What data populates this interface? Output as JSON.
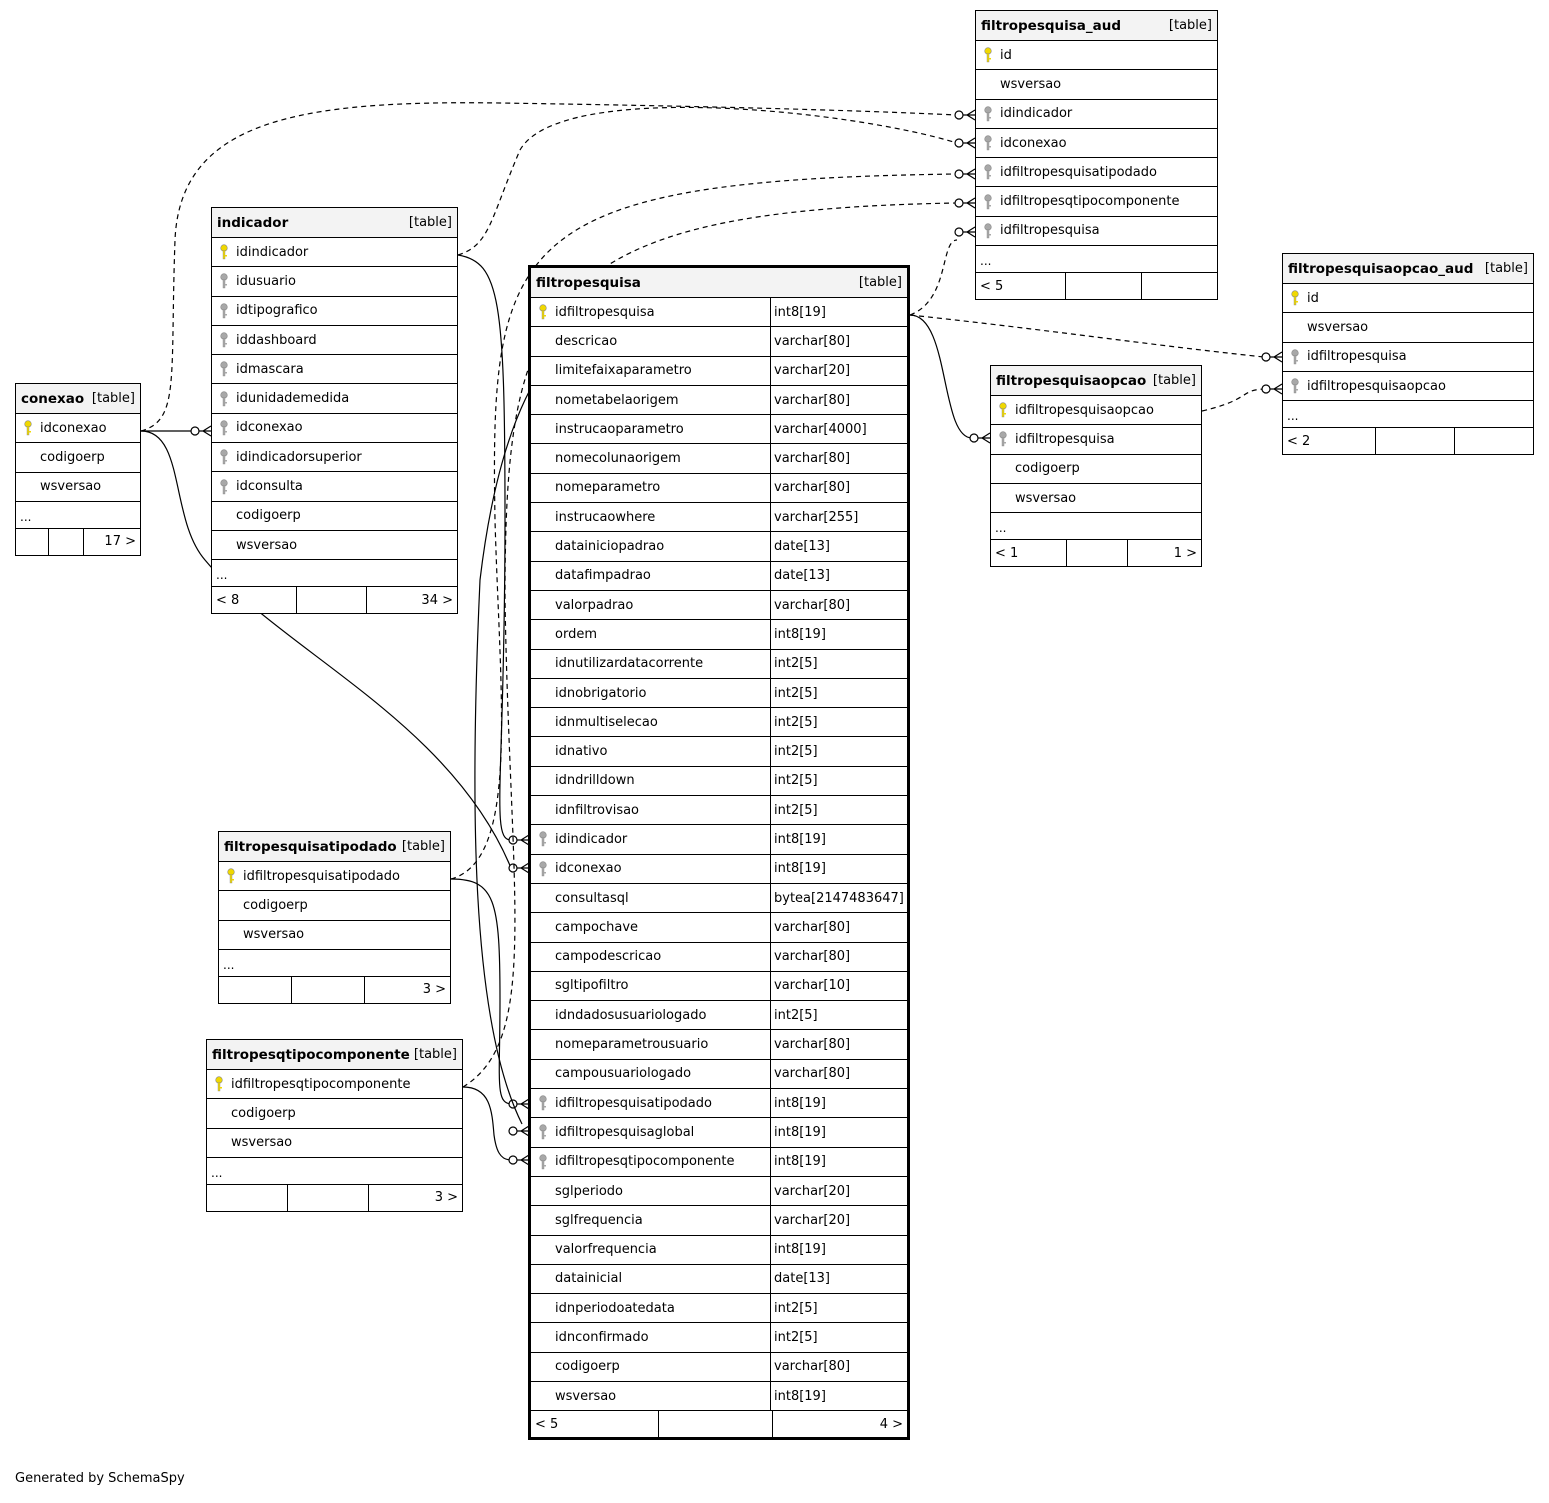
{
  "footer_credit": "Generated by SchemaSpy",
  "tables": {
    "conexao": {
      "name": "conexao",
      "tag": "[table]",
      "columns": [
        {
          "name": "idconexao",
          "key": "primary"
        },
        {
          "name": "codigoerp",
          "key": "none"
        },
        {
          "name": "wsversao",
          "key": "none"
        }
      ],
      "more": "...",
      "footer": {
        "left": "",
        "middle": "",
        "right": "17 >"
      }
    },
    "indicador": {
      "name": "indicador",
      "tag": "[table]",
      "columns": [
        {
          "name": "idindicador",
          "key": "primary"
        },
        {
          "name": "idusuario",
          "key": "foreign"
        },
        {
          "name": "idtipografico",
          "key": "foreign"
        },
        {
          "name": "iddashboard",
          "key": "foreign"
        },
        {
          "name": "idmascara",
          "key": "foreign"
        },
        {
          "name": "idunidademedida",
          "key": "foreign"
        },
        {
          "name": "idconexao",
          "key": "foreign"
        },
        {
          "name": "idindicadorsuperior",
          "key": "foreign"
        },
        {
          "name": "idconsulta",
          "key": "foreign"
        },
        {
          "name": "codigoerp",
          "key": "none"
        },
        {
          "name": "wsversao",
          "key": "none"
        }
      ],
      "more": "...",
      "footer": {
        "left": "< 8",
        "middle": "",
        "right": "34 >"
      }
    },
    "filtropesquisatipodado": {
      "name": "filtropesquisatipodado",
      "tag": "[table]",
      "columns": [
        {
          "name": "idfiltropesquisatipodado",
          "key": "primary"
        },
        {
          "name": "codigoerp",
          "key": "none"
        },
        {
          "name": "wsversao",
          "key": "none"
        }
      ],
      "more": "...",
      "footer": {
        "left": "",
        "middle": "",
        "right": "3 >"
      }
    },
    "filtropesqtipocomponente": {
      "name": "filtropesqtipocomponente",
      "tag": "[table]",
      "columns": [
        {
          "name": "idfiltropesqtipocomponente",
          "key": "primary"
        },
        {
          "name": "codigoerp",
          "key": "none"
        },
        {
          "name": "wsversao",
          "key": "none"
        }
      ],
      "more": "...",
      "footer": {
        "left": "",
        "middle": "",
        "right": "3 >"
      }
    },
    "filtropesquisa": {
      "name": "filtropesquisa",
      "tag": "[table]",
      "columns": [
        {
          "name": "idfiltropesquisa",
          "type": "int8[19]",
          "key": "primary"
        },
        {
          "name": "descricao",
          "type": "varchar[80]",
          "key": "none"
        },
        {
          "name": "limitefaixaparametro",
          "type": "varchar[20]",
          "key": "none"
        },
        {
          "name": "nometabelaorigem",
          "type": "varchar[80]",
          "key": "none"
        },
        {
          "name": "instrucaoparametro",
          "type": "varchar[4000]",
          "key": "none"
        },
        {
          "name": "nomecolunaorigem",
          "type": "varchar[80]",
          "key": "none"
        },
        {
          "name": "nomeparametro",
          "type": "varchar[80]",
          "key": "none"
        },
        {
          "name": "instrucaowhere",
          "type": "varchar[255]",
          "key": "none"
        },
        {
          "name": "datainiciopadrao",
          "type": "date[13]",
          "key": "none"
        },
        {
          "name": "datafimpadrao",
          "type": "date[13]",
          "key": "none"
        },
        {
          "name": "valorpadrao",
          "type": "varchar[80]",
          "key": "none"
        },
        {
          "name": "ordem",
          "type": "int8[19]",
          "key": "none"
        },
        {
          "name": "idnutilizardatacorrente",
          "type": "int2[5]",
          "key": "none"
        },
        {
          "name": "idnobrigatorio",
          "type": "int2[5]",
          "key": "none"
        },
        {
          "name": "idnmultiselecao",
          "type": "int2[5]",
          "key": "none"
        },
        {
          "name": "idnativo",
          "type": "int2[5]",
          "key": "none"
        },
        {
          "name": "idndrilldown",
          "type": "int2[5]",
          "key": "none"
        },
        {
          "name": "idnfiltrovisao",
          "type": "int2[5]",
          "key": "none"
        },
        {
          "name": "idindicador",
          "type": "int8[19]",
          "key": "foreign"
        },
        {
          "name": "idconexao",
          "type": "int8[19]",
          "key": "foreign"
        },
        {
          "name": "consultasql",
          "type": "bytea[2147483647]",
          "key": "none"
        },
        {
          "name": "campochave",
          "type": "varchar[80]",
          "key": "none"
        },
        {
          "name": "campodescricao",
          "type": "varchar[80]",
          "key": "none"
        },
        {
          "name": "sgltipofiltro",
          "type": "varchar[10]",
          "key": "none"
        },
        {
          "name": "idndadosusuariologado",
          "type": "int2[5]",
          "key": "none"
        },
        {
          "name": "nomeparametrousuario",
          "type": "varchar[80]",
          "key": "none"
        },
        {
          "name": "campousuariologado",
          "type": "varchar[80]",
          "key": "none"
        },
        {
          "name": "idfiltropesquisatipodado",
          "type": "int8[19]",
          "key": "foreign"
        },
        {
          "name": "idfiltropesquisaglobal",
          "type": "int8[19]",
          "key": "foreign"
        },
        {
          "name": "idfiltropesqtipocomponente",
          "type": "int8[19]",
          "key": "foreign"
        },
        {
          "name": "sglperiodo",
          "type": "varchar[20]",
          "key": "none"
        },
        {
          "name": "sglfrequencia",
          "type": "varchar[20]",
          "key": "none"
        },
        {
          "name": "valorfrequencia",
          "type": "int8[19]",
          "key": "none"
        },
        {
          "name": "datainicial",
          "type": "date[13]",
          "key": "none"
        },
        {
          "name": "idnperiodoatedata",
          "type": "int2[5]",
          "key": "none"
        },
        {
          "name": "idnconfirmado",
          "type": "int2[5]",
          "key": "none"
        },
        {
          "name": "codigoerp",
          "type": "varchar[80]",
          "key": "none"
        },
        {
          "name": "wsversao",
          "type": "int8[19]",
          "key": "none"
        }
      ],
      "footer": {
        "left": "< 5",
        "middle": "",
        "right": "4 >"
      }
    },
    "filtropesquisa_aud": {
      "name": "filtropesquisa_aud",
      "tag": "[table]",
      "columns": [
        {
          "name": "id",
          "key": "primary"
        },
        {
          "name": "wsversao",
          "key": "none"
        },
        {
          "name": "idindicador",
          "key": "foreign"
        },
        {
          "name": "idconexao",
          "key": "foreign"
        },
        {
          "name": "idfiltropesquisatipodado",
          "key": "foreign"
        },
        {
          "name": "idfiltropesqtipocomponente",
          "key": "foreign"
        },
        {
          "name": "idfiltropesquisa",
          "key": "foreign"
        }
      ],
      "more": "...",
      "footer": {
        "left": "< 5",
        "middle": "",
        "right": ""
      }
    },
    "filtropesquisaopcao": {
      "name": "filtropesquisaopcao",
      "tag": "[table]",
      "columns": [
        {
          "name": "idfiltropesquisaopcao",
          "key": "primary"
        },
        {
          "name": "idfiltropesquisa",
          "key": "foreign"
        },
        {
          "name": "codigoerp",
          "key": "none"
        },
        {
          "name": "wsversao",
          "key": "none"
        }
      ],
      "more": "...",
      "footer": {
        "left": "< 1",
        "middle": "",
        "right": "1 >"
      }
    },
    "filtropesquisaopcao_aud": {
      "name": "filtropesquisaopcao_aud",
      "tag": "[table]",
      "columns": [
        {
          "name": "id",
          "key": "primary"
        },
        {
          "name": "wsversao",
          "key": "none"
        },
        {
          "name": "idfiltropesquisa",
          "key": "foreign"
        },
        {
          "name": "idfiltropesquisaopcao",
          "key": "foreign"
        }
      ],
      "more": "...",
      "footer": {
        "left": "< 2",
        "middle": "",
        "right": ""
      }
    }
  },
  "colors": {
    "primary_key": "#f0d800",
    "foreign_key": "#a8a8a8",
    "header_bg": "#f3f3f3",
    "line": "#000000"
  }
}
